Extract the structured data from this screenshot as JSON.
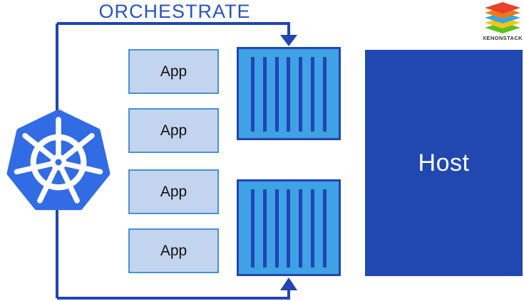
{
  "title": "ORCHESTRATE",
  "diagram": {
    "apps": [
      {
        "label": "App"
      },
      {
        "label": "App"
      },
      {
        "label": "App"
      },
      {
        "label": "App"
      }
    ],
    "containers": [
      {
        "name": "container-1",
        "stripes": 7
      },
      {
        "name": "container-2",
        "stripes": 7
      }
    ],
    "host": {
      "label": "Host"
    },
    "kubernetes_logo": "kubernetes-helm-wheel"
  },
  "colors": {
    "title_text": "#2a52c2",
    "connector": "#2244b5",
    "kubernetes_blue": "#326ce5",
    "app_fill": "#c3d4ee",
    "app_border": "#4a8fd3",
    "app_text": "#111111",
    "container_fill": "#3ea2e5",
    "container_accent": "#2244b5",
    "host_fill": "#2148b1",
    "host_text": "#ffffff"
  },
  "brand": {
    "name": "XENONSTACK",
    "layer_colors": [
      "#e8402a",
      "#f07818",
      "#35a8e0",
      "#f5c518",
      "#58c322"
    ]
  }
}
